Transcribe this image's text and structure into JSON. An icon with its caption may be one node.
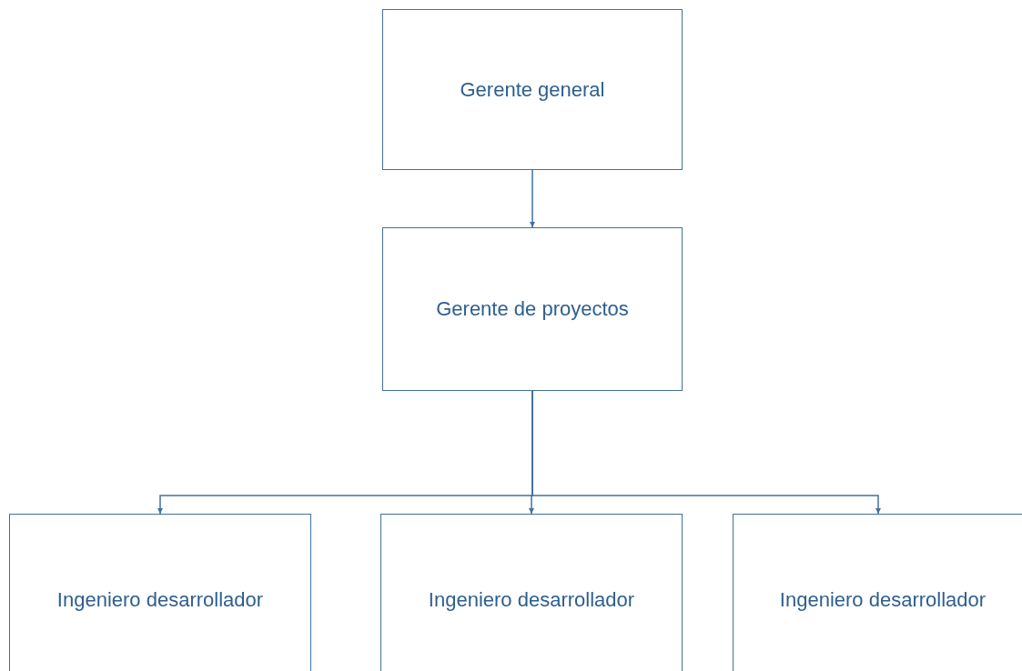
{
  "diagram": {
    "nodes": [
      {
        "text": [
          "Gerente general"
        ]
      },
      {
        "text": [
          "Gerente de proyectos"
        ]
      },
      {
        "text": [
          "Ingeniero desarrollador"
        ]
      },
      {
        "text": [
          "Ingeniero desarrollador"
        ]
      },
      {
        "text": [
          "Ingeniero desarrollador"
        ]
      }
    ],
    "edges": [
      {
        "from": 0,
        "to": 1,
        "arrow": "to"
      },
      {
        "from": 1,
        "to": 2,
        "arrow": "to"
      },
      {
        "from": 1,
        "to": 3,
        "arrow": "to"
      },
      {
        "from": 1,
        "to": 4,
        "arrow": "to"
      }
    ]
  }
}
